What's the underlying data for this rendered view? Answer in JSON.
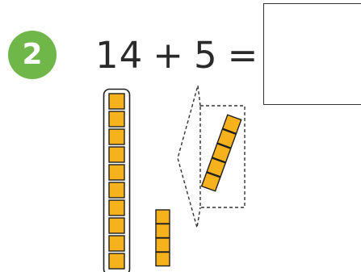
{
  "problem": {
    "number": "2",
    "addend_a": "14",
    "operator": "+",
    "addend_b": "5",
    "equals": "=",
    "answer": ""
  },
  "colors": {
    "badge": "#6fb749",
    "cube_fill": "#f5b21c",
    "cube_stroke": "#1f1f1f",
    "dash": "#333333"
  },
  "blocks": {
    "ten_rod_cubes": 10,
    "ones_cubes": 4,
    "added_cubes": 5
  }
}
